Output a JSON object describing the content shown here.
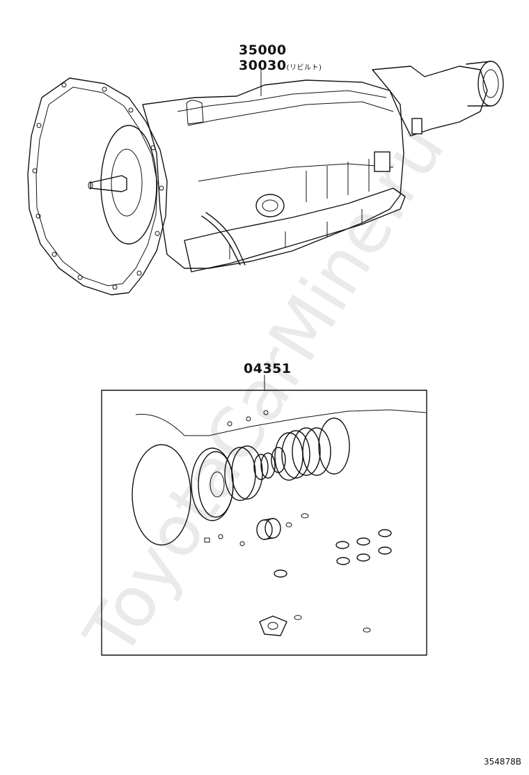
{
  "labels": {
    "transmission_part_1": "35000",
    "transmission_part_2": "30030",
    "transmission_part_2_note": "(リビルト)",
    "overhaul_kit_part": "04351",
    "figure_number": "354878B"
  },
  "watermark": "ToyotaCarMine.ru"
}
